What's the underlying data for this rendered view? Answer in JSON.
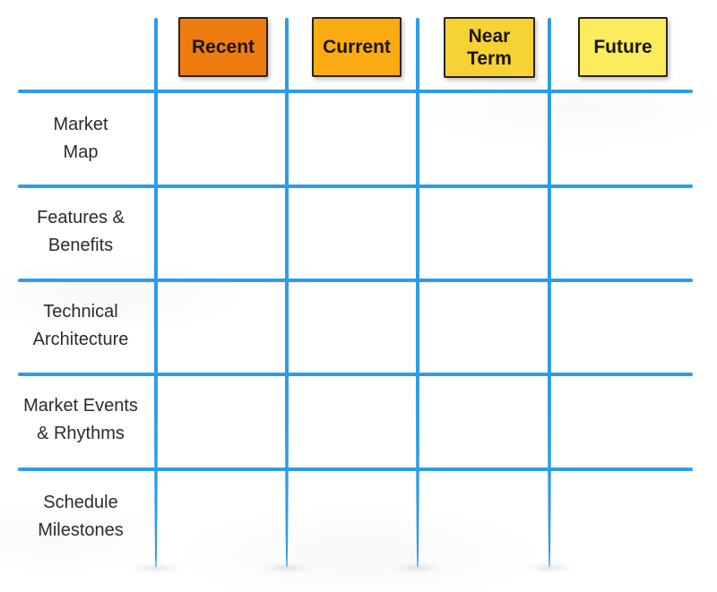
{
  "diagram": {
    "title": "roadmap-matrix",
    "grid": {
      "line_color": "#2E9CE9",
      "num_columns": 4,
      "num_rows": 5
    },
    "columns": [
      {
        "label": "Recent",
        "fill": "#EE7B0F",
        "border": "#2b2313"
      },
      {
        "label": "Current",
        "fill": "#FCAC12",
        "border": "#2b2313"
      },
      {
        "label": "Near Term",
        "fill": "#F6D235",
        "border": "#2b2313"
      },
      {
        "label": "Future",
        "fill": "#FBEC5D",
        "border": "#2b2313"
      }
    ],
    "rows": [
      {
        "label": "Market Map",
        "lines": [
          "Market",
          "Map"
        ]
      },
      {
        "label": "Features & Benefits",
        "lines": [
          "Features &",
          "Benefits"
        ]
      },
      {
        "label": "Technical Architecture",
        "lines": [
          "Technical",
          "Architecture"
        ]
      },
      {
        "label": "Market Events & Rhythms",
        "lines": [
          "Market Events",
          "& Rhythms"
        ]
      },
      {
        "label": "Schedule Milestones",
        "lines": [
          "Schedule",
          "Milestones"
        ]
      }
    ]
  }
}
